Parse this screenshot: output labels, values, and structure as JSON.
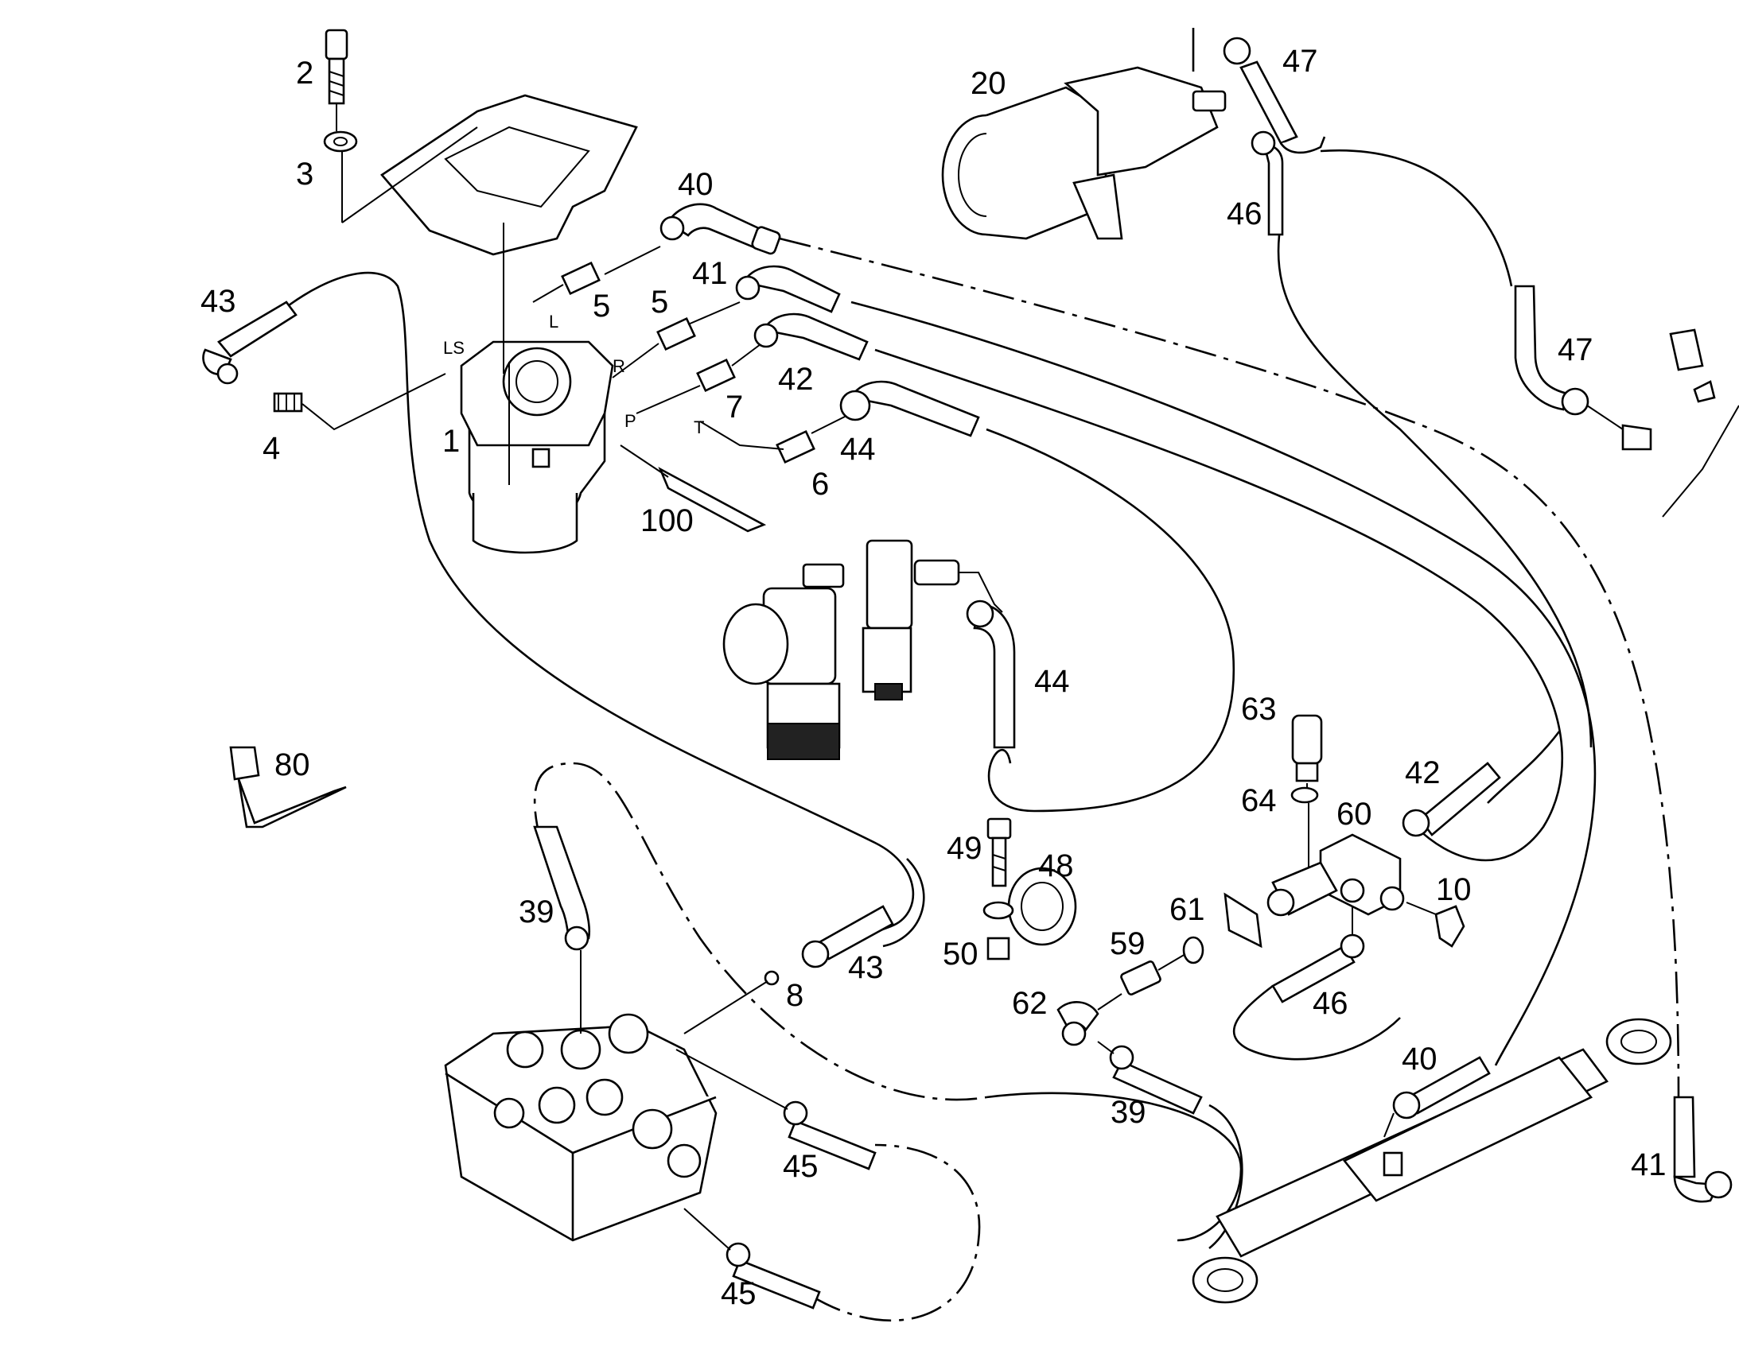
{
  "callouts": [
    {
      "id": "c2",
      "text": "2"
    },
    {
      "id": "c3",
      "text": "3"
    },
    {
      "id": "c40a",
      "text": "40"
    },
    {
      "id": "c41a",
      "text": "41"
    },
    {
      "id": "c43a",
      "text": "43"
    },
    {
      "id": "c5a",
      "text": "5"
    },
    {
      "id": "c5b",
      "text": "5"
    },
    {
      "id": "c42a",
      "text": "42"
    },
    {
      "id": "c7",
      "text": "7"
    },
    {
      "id": "c44a",
      "text": "44"
    },
    {
      "id": "c4",
      "text": "4"
    },
    {
      "id": "c1",
      "text": "1"
    },
    {
      "id": "c6",
      "text": "6"
    },
    {
      "id": "c100",
      "text": "100"
    },
    {
      "id": "c20",
      "text": "20"
    },
    {
      "id": "c47a",
      "text": "47"
    },
    {
      "id": "c46a",
      "text": "46"
    },
    {
      "id": "c47b",
      "text": "47"
    },
    {
      "id": "c44b",
      "text": "44"
    },
    {
      "id": "c63",
      "text": "63"
    },
    {
      "id": "c80",
      "text": "80"
    },
    {
      "id": "c64",
      "text": "64"
    },
    {
      "id": "c60",
      "text": "60"
    },
    {
      "id": "c42b",
      "text": "42"
    },
    {
      "id": "c49",
      "text": "49"
    },
    {
      "id": "c48",
      "text": "48"
    },
    {
      "id": "c10",
      "text": "10"
    },
    {
      "id": "c39a",
      "text": "39"
    },
    {
      "id": "c61",
      "text": "61"
    },
    {
      "id": "c59",
      "text": "59"
    },
    {
      "id": "c50",
      "text": "50"
    },
    {
      "id": "c43b",
      "text": "43"
    },
    {
      "id": "c8",
      "text": "8"
    },
    {
      "id": "c62",
      "text": "62"
    },
    {
      "id": "c46b",
      "text": "46"
    },
    {
      "id": "c40b",
      "text": "40"
    },
    {
      "id": "c39b",
      "text": "39"
    },
    {
      "id": "c45a",
      "text": "45"
    },
    {
      "id": "c41b",
      "text": "41"
    },
    {
      "id": "c45b",
      "text": "45"
    }
  ],
  "ports": [
    {
      "id": "ls",
      "text": "LS"
    },
    {
      "id": "l",
      "text": "L"
    },
    {
      "id": "r",
      "text": "R"
    },
    {
      "id": "p",
      "text": "P"
    },
    {
      "id": "t",
      "text": "T"
    }
  ]
}
